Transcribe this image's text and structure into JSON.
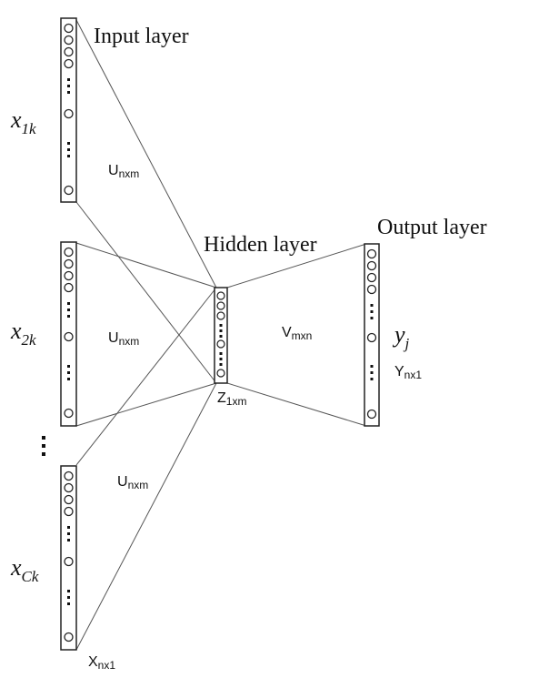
{
  "labels": {
    "input_layer": "Input layer",
    "hidden_layer": "Hidden layer",
    "output_layer": "Output layer",
    "x1k": {
      "base": "x",
      "sub": "1k"
    },
    "x2k": {
      "base": "x",
      "sub": "2k"
    },
    "xck": {
      "base": "x",
      "sub": "Ck"
    },
    "yj": {
      "base": "y",
      "sub": "j"
    },
    "u_top": {
      "base": "U",
      "sub": "nxm"
    },
    "u_mid": {
      "base": "U",
      "sub": "nxm"
    },
    "u_bot": {
      "base": "U",
      "sub": "nxm"
    },
    "v": {
      "base": "V",
      "sub": "mxn"
    },
    "z": {
      "base": "Z",
      "sub": "1xm"
    },
    "y_out": {
      "base": "Y",
      "sub": "nx1"
    },
    "x_in": {
      "base": "X",
      "sub": "nx1"
    }
  },
  "colors": {
    "stroke": "#222222",
    "line": "#555555",
    "text": "#111111"
  }
}
